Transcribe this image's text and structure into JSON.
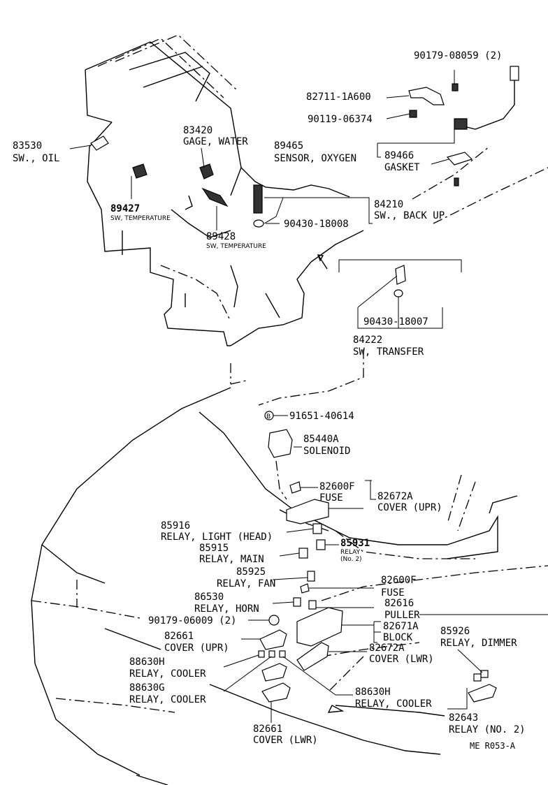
{
  "parts": {
    "p83530": {
      "num": "83530",
      "name": "SW., OIL"
    },
    "p83420": {
      "num": "83420",
      "name": "GAGE, WATER"
    },
    "p89427": {
      "num": "89427",
      "name": "SW, TEMPERATURE"
    },
    "p89428": {
      "num": "89428",
      "name": "SW, TEMPERATURE"
    },
    "p90179_08059": {
      "num": "90179-08059 (2)"
    },
    "p82711": {
      "num": "82711-1A600"
    },
    "p90119": {
      "num": "90119-06374"
    },
    "p89465": {
      "num": "89465",
      "name": "SENSOR, OXYGEN"
    },
    "p89466": {
      "num": "89466",
      "name": "GASKET"
    },
    "p84210": {
      "num": "84210",
      "name": "SW., BACK UP"
    },
    "p90430_18008": {
      "num": "90430-18008"
    },
    "p90430_18007": {
      "num": "90430-18007"
    },
    "p84222": {
      "num": "84222",
      "name": "SW, TRANSFER"
    },
    "p91651": {
      "num": "91651-40614",
      "marker": "B"
    },
    "p85440A": {
      "num": "85440A",
      "name": "SOLENOID"
    },
    "p82600F_a": {
      "num": "82600F",
      "name": "FUSE"
    },
    "p82672A_upr": {
      "num": "82672A",
      "name": "COVER (UPR)"
    },
    "p85916": {
      "num": "85916",
      "name": "RELAY, LIGHT (HEAD)"
    },
    "p85915": {
      "num": "85915",
      "name": "RELAY, MAIN"
    },
    "p85931": {
      "num": "85931",
      "name": "RELAY",
      "sub": "(No. 2)"
    },
    "p85925": {
      "num": "85925",
      "name": "RELAY, FAN"
    },
    "p82600F_b": {
      "num": "82600F",
      "name": "FUSE"
    },
    "p86530": {
      "num": "86530",
      "name": "RELAY, HORN"
    },
    "p82616": {
      "num": "82616",
      "name": "PULLER"
    },
    "p90179_06009": {
      "num": "90179-06009 (2)"
    },
    "p82671A": {
      "num": "82671A",
      "name": "BLOCK"
    },
    "p82661_upr": {
      "num": "82661",
      "name": "COVER (UPR)"
    },
    "p82672A_lwr": {
      "num": "82672A",
      "name": "COVER (LWR)"
    },
    "p88630H_a": {
      "num": "88630H",
      "name": "RELAY, COOLER"
    },
    "p88630G": {
      "num": "88630G",
      "name": "RELAY, COOLER"
    },
    "p88630H_b": {
      "num": "88630H",
      "name": "RELAY, COOLER"
    },
    "p85926": {
      "num": "85926",
      "name": "RELAY, DIMMER"
    },
    "p82643": {
      "num": "82643",
      "name": "RELAY (NO. 2)"
    },
    "p82661_lwr": {
      "num": "82661",
      "name": "COVER (LWR)"
    }
  },
  "figure_code": "ME R053-A"
}
